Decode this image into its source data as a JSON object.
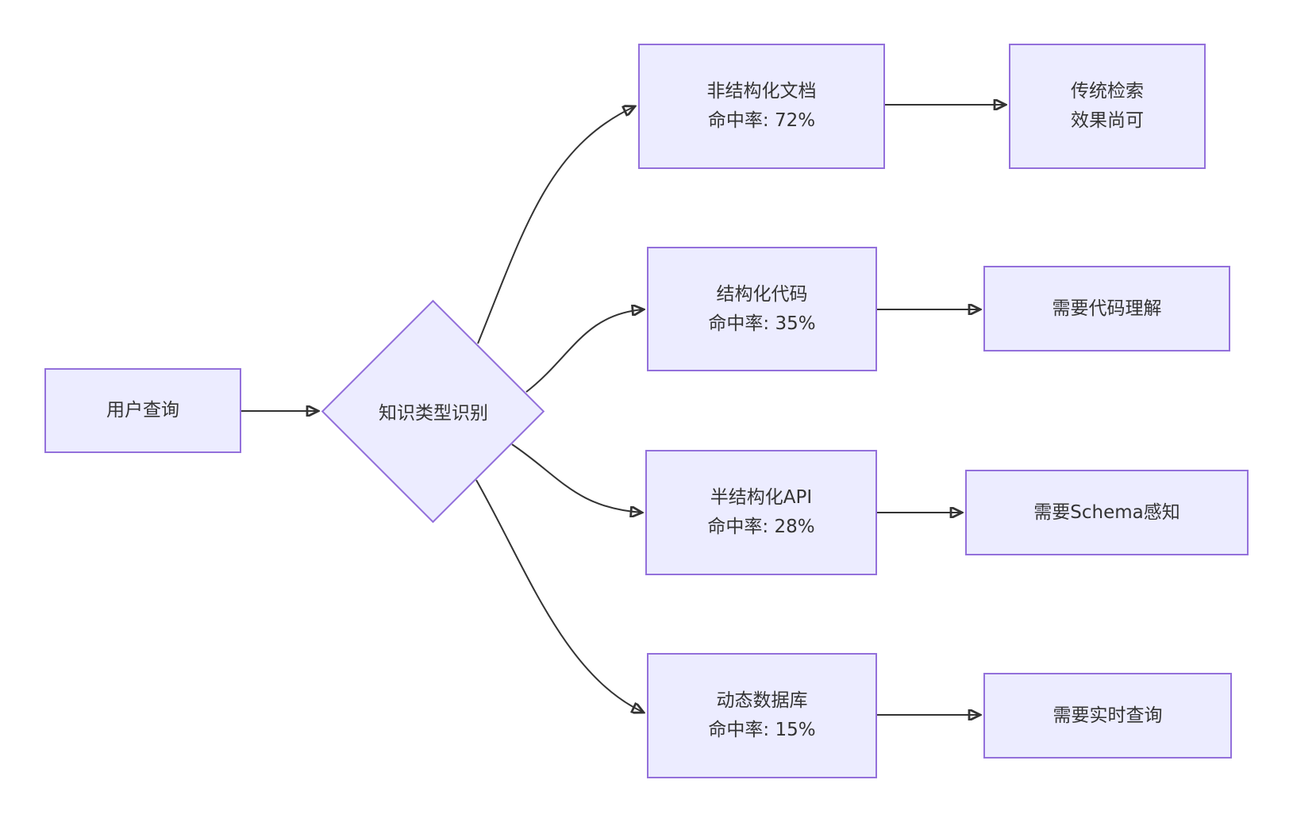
{
  "diagram": {
    "type": "flowchart",
    "direction": "LR",
    "nodes": {
      "user_query": {
        "shape": "rect",
        "label": "用户查询"
      },
      "decision": {
        "shape": "diamond",
        "label": "知识类型识别"
      },
      "unstructured_doc": {
        "shape": "rect",
        "line1": "非结构化文档",
        "line2": "命中率: 72%"
      },
      "structured_code": {
        "shape": "rect",
        "line1": "结构化代码",
        "line2": "命中率: 35%"
      },
      "semi_structured_api": {
        "shape": "rect",
        "line1": "半结构化API",
        "line2": "命中率: 28%"
      },
      "dynamic_database": {
        "shape": "rect",
        "line1": "动态数据库",
        "line2": "命中率: 15%"
      },
      "outcome_traditional": {
        "shape": "rect",
        "line1": "传统检索",
        "line2": "效果尚可"
      },
      "outcome_code": {
        "shape": "rect",
        "label": "需要代码理解"
      },
      "outcome_schema": {
        "shape": "rect",
        "label": "需要Schema感知"
      },
      "outcome_realtime": {
        "shape": "rect",
        "label": "需要实时查询"
      }
    },
    "edges": [
      {
        "from": "user_query",
        "to": "decision"
      },
      {
        "from": "decision",
        "to": "unstructured_doc"
      },
      {
        "from": "decision",
        "to": "structured_code"
      },
      {
        "from": "decision",
        "to": "semi_structured_api"
      },
      {
        "from": "decision",
        "to": "dynamic_database"
      },
      {
        "from": "unstructured_doc",
        "to": "outcome_traditional"
      },
      {
        "from": "structured_code",
        "to": "outcome_code"
      },
      {
        "from": "semi_structured_api",
        "to": "outcome_schema"
      },
      {
        "from": "dynamic_database",
        "to": "outcome_realtime"
      }
    ],
    "colors": {
      "node_fill": "#ECECFF",
      "node_border": "#9370DB",
      "text": "#333333",
      "edge": "#333333",
      "background": "#FFFFFF"
    }
  }
}
